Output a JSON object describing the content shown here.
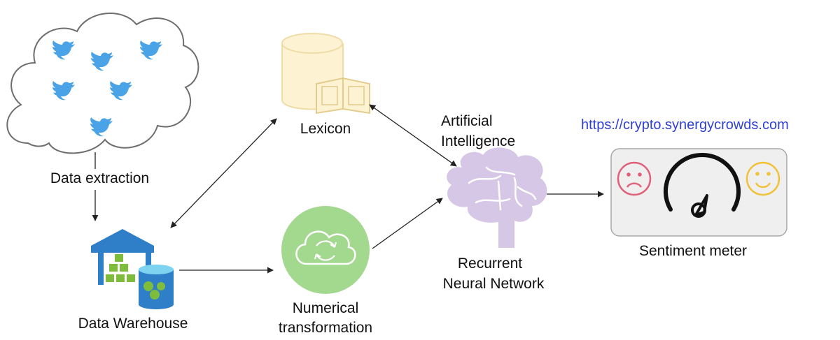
{
  "labels": {
    "data_extraction": "Data extraction",
    "lexicon": "Lexicon",
    "ai_line1": "Artificial",
    "ai_line2": "Intelligence",
    "url": "https://crypto.synergycrowds.com",
    "rnn_line1": "Recurrent",
    "rnn_line2": "Neural Network",
    "sentiment_meter": "Sentiment meter",
    "numerical_line1": "Numerical",
    "numerical_line2": "transformation",
    "data_warehouse": "Data Warehouse"
  },
  "icons": {
    "cloud": "twitter-cloud-icon",
    "bird": "twitter-bird-icon",
    "database": "database-icon",
    "book": "open-book-icon",
    "brain": "brain-icon",
    "warehouse": "warehouse-icon",
    "transform": "cloud-sync-icon",
    "sad": "sad-face-icon",
    "gauge": "gauge-icon",
    "happy": "happy-face-icon"
  },
  "colors": {
    "twitter_blue": "#4aa3e6",
    "lexicon_fill": "#fdf2d2",
    "lexicon_stroke": "#efdca7",
    "brain_fill": "#d7c7e6",
    "numerical_green": "#a3d88f",
    "warehouse_blue": "#2f7fc8",
    "warehouse_green": "#7dbd3b",
    "sad_red": "#e0607a",
    "happy_yellow": "#f0c23a",
    "meter_bg": "#efefef",
    "url_blue": "#2f3fd6"
  }
}
